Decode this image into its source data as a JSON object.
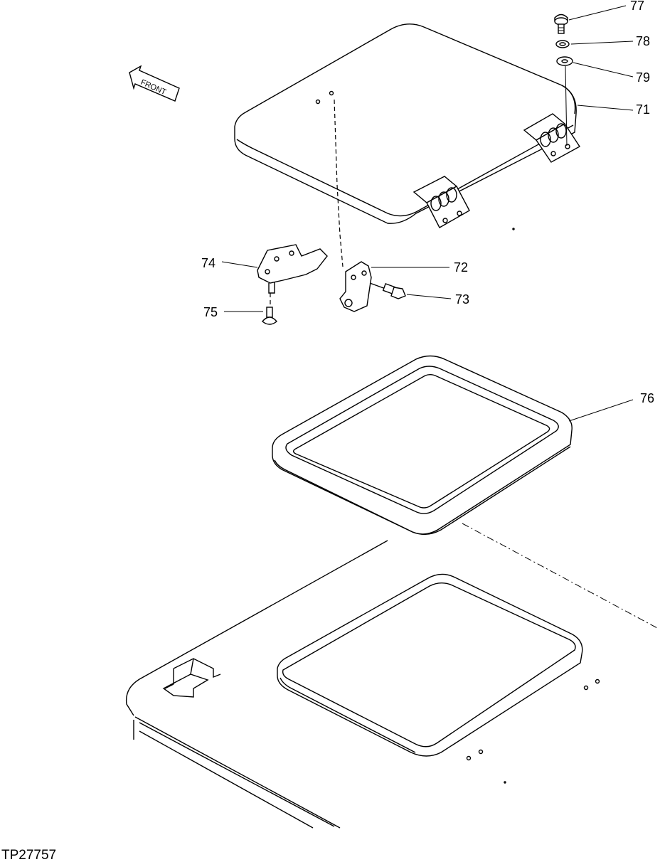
{
  "figure_id": "TP27757",
  "direction_label": "FRONT",
  "callouts": {
    "c71": "71",
    "c72": "72",
    "c73": "73",
    "c74": "74",
    "c75": "75",
    "c76": "76",
    "c77": "77",
    "c78": "78",
    "c79": "79"
  }
}
